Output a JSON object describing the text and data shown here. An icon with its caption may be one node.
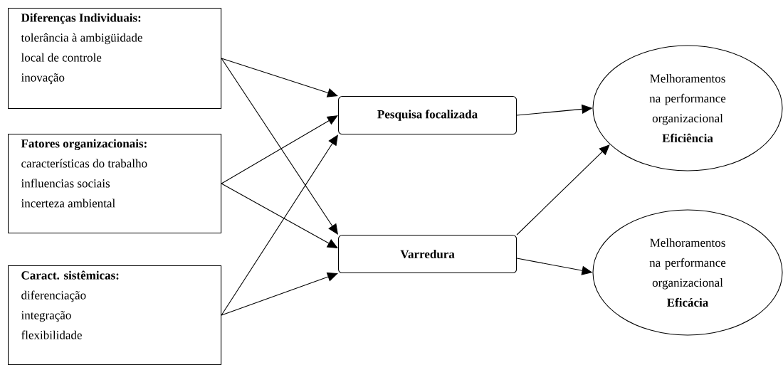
{
  "diagram": {
    "nodes": [
      {
        "text": [
          "Diferenças Individuais:",
          "tolerância à ambigüidade",
          "local de controle",
          "inovação"
        ]
      },
      {
        "text": [
          "Fatores organizacionais:",
          "características do trabalho",
          "influencias sociais",
          "incerteza ambiental"
        ]
      },
      {
        "text": [
          "Caract. sistêmicas:",
          "diferenciação",
          "integração",
          "flexibilidade"
        ]
      },
      {
        "text": [
          "Pesquisa focalizada"
        ]
      },
      {
        "text": [
          "Varredura"
        ]
      },
      {
        "text": [
          "Melhoramentos na performance organizacional",
          "Eficiência"
        ]
      },
      {
        "text": [
          "Melhoramentos na performance organizacional",
          "Eficácia"
        ]
      }
    ],
    "edges": [
      {
        "from": 0,
        "to": 3,
        "arrow": "to"
      },
      {
        "from": 0,
        "to": 4,
        "arrow": "to"
      },
      {
        "from": 1,
        "to": 3,
        "arrow": "to"
      },
      {
        "from": 1,
        "to": 4,
        "arrow": "to"
      },
      {
        "from": 2,
        "to": 3,
        "arrow": "to"
      },
      {
        "from": 2,
        "to": 4,
        "arrow": "to"
      },
      {
        "from": 3,
        "to": 5,
        "arrow": "to"
      },
      {
        "from": 4,
        "to": 5,
        "arrow": "to"
      },
      {
        "from": 4,
        "to": 6,
        "arrow": "to"
      }
    ]
  }
}
